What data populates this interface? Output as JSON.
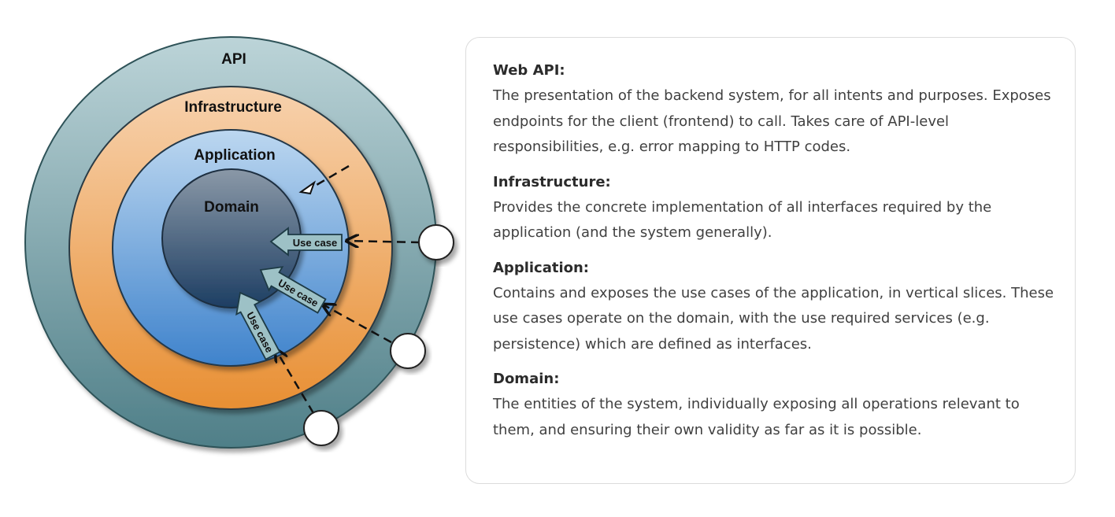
{
  "diagram": {
    "rings": {
      "api": "API",
      "infrastructure": "Infrastructure",
      "application": "Application",
      "domain": "Domain"
    },
    "use_cases": [
      "Use case",
      "Use case",
      "Use case"
    ],
    "colors": {
      "api": "#6f9ea6",
      "infrastructure": "#ec9a48",
      "application": "#6a9fd6",
      "domain": "#3d5a78",
      "arrow": "#9dc1c6"
    }
  },
  "panel": {
    "sections": [
      {
        "title": "Web API:",
        "text": "The presentation of the backend system, for all intents and purposes. Exposes endpoints for the client (frontend) to call. Takes care of API-level responsibilities, e.g. error mapping to HTTP codes."
      },
      {
        "title": "Infrastructure:",
        "text": "Provides the concrete implementation of all interfaces required by the application (and the system generally)."
      },
      {
        "title": "Application:",
        "text": "Contains and exposes the use cases of the application, in vertical slices. These use cases operate on the domain, with the use required services (e.g. persistence) which are defined as interfaces."
      },
      {
        "title": "Domain:",
        "text": "The entities of the system, individually exposing all operations relevant to them, and ensuring their own validity as far as it is possible."
      }
    ]
  }
}
